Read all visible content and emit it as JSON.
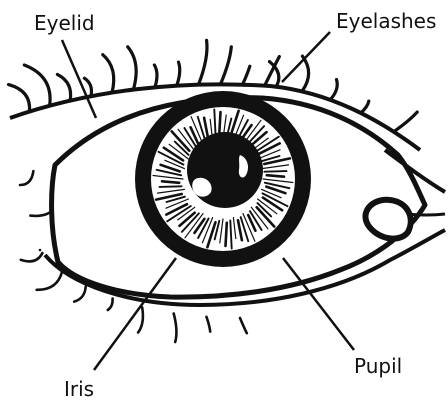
{
  "labels": {
    "eyelid": "Eyelid",
    "eyelashes": "Eyelashes",
    "pupil": "Pupil",
    "iris": "Iris"
  },
  "colors": {
    "ink": "#111111",
    "paper": "#ffffff"
  }
}
